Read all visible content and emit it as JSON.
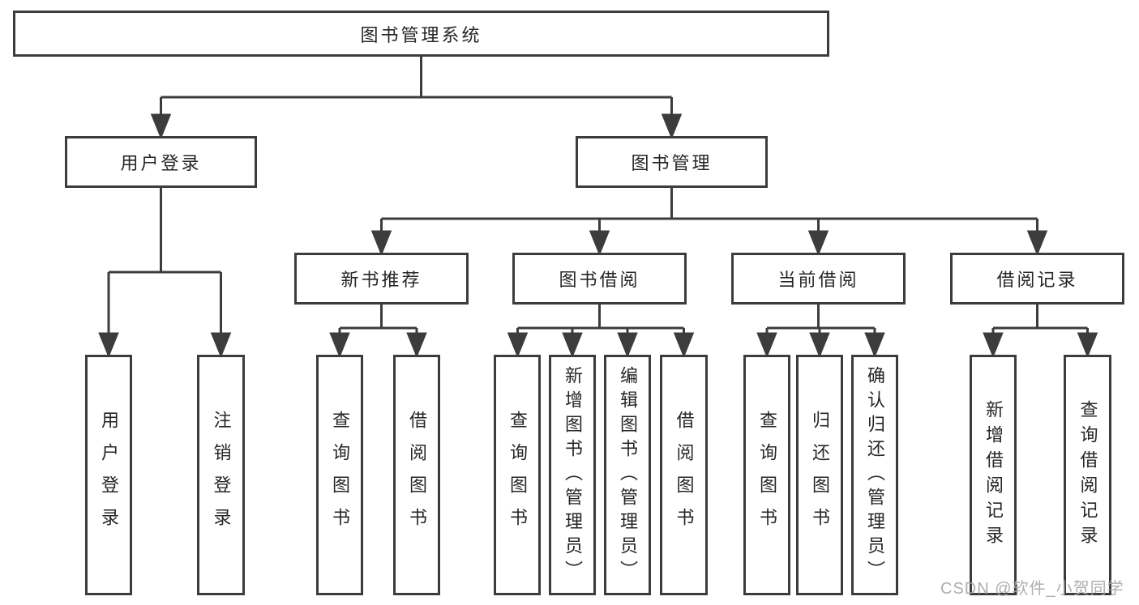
{
  "diagram": {
    "root": {
      "label": "图书管理系统"
    },
    "branches": [
      {
        "label": "用户登录",
        "children": [
          {
            "label": "用户登录"
          },
          {
            "label": "注销登录"
          }
        ]
      },
      {
        "label": "图书管理",
        "children": [
          {
            "label": "新书推荐",
            "children": [
              {
                "label": "查询图书"
              },
              {
                "label": "借阅图书"
              }
            ]
          },
          {
            "label": "图书借阅",
            "children": [
              {
                "label": "查询图书"
              },
              {
                "label": "新增图书（管理员）"
              },
              {
                "label": "编辑图书（管理员）"
              },
              {
                "label": "借阅图书"
              }
            ]
          },
          {
            "label": "当前借阅",
            "children": [
              {
                "label": "查询图书"
              },
              {
                "label": "归还图书"
              },
              {
                "label": "确认归还（管理员）"
              }
            ]
          },
          {
            "label": "借阅记录",
            "children": [
              {
                "label": "新增借阅记录"
              },
              {
                "label": "查询借阅记录"
              }
            ]
          }
        ]
      }
    ]
  },
  "watermark": {
    "text": "CSDN @软件_小贺同学"
  },
  "colors": {
    "line": "#3c3c3c",
    "box_border": "#3c3c3c",
    "text": "#262626",
    "background": "#ffffff",
    "watermark": "#a5a5a5"
  }
}
